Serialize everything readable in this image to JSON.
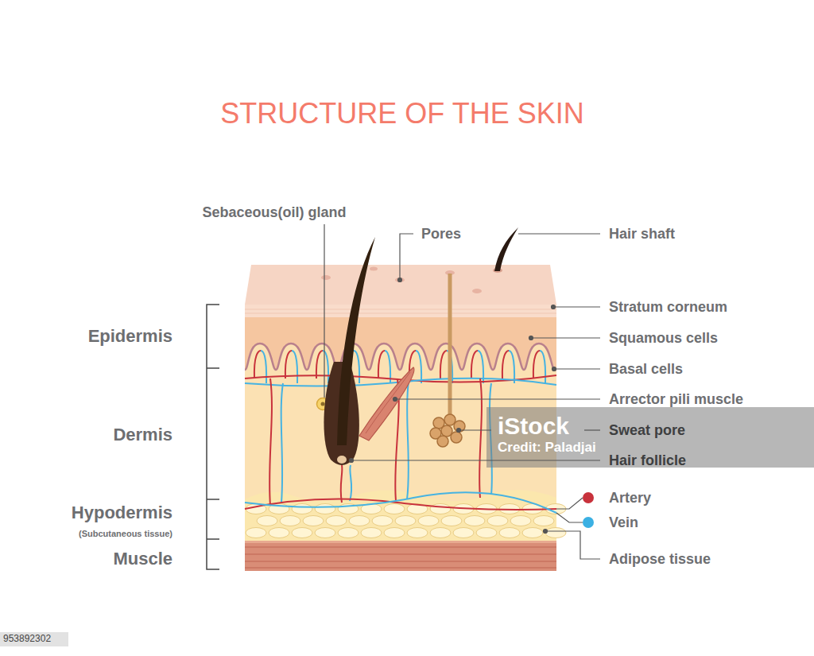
{
  "diagram": {
    "title": "STRUCTURE OF THE SKIN",
    "labels": [
      "Sebaceous(oil) gland",
      "Pores",
      "Hair shaft",
      "Stratum corneum",
      "Squamous cells",
      "Basal cells",
      "Arrector pili muscle",
      "Sweat pore",
      "Hair follicle",
      "Artery",
      "Vein",
      "Adipose tissue",
      "Epidermis",
      "Dermis",
      "Hypodermis",
      "(Subcutaneous tissue)",
      "Muscle",
      "iStock",
      "Credit: Paladjai",
      "953892302"
    ]
  }
}
